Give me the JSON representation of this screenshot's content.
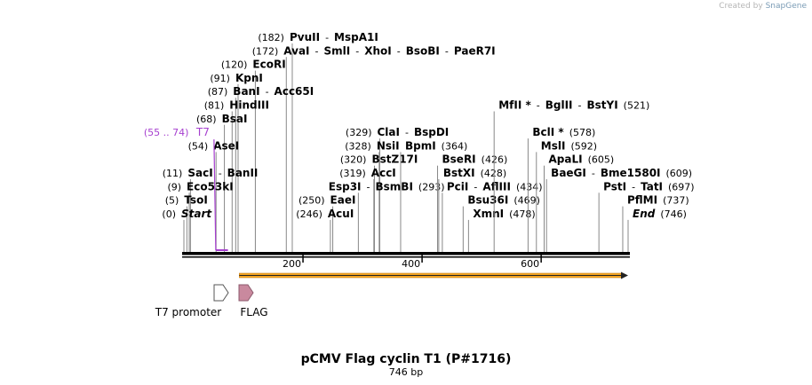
{
  "watermark": {
    "created_by": "Created by",
    "brand": "SnapGene"
  },
  "map": {
    "title": "pCMV Flag cyclin T1 (P#1716)",
    "length_label": "746 bp",
    "length": 746,
    "ticks": [
      {
        "pos": 200,
        "label": "200"
      },
      {
        "pos": 400,
        "label": "400"
      },
      {
        "pos": 600,
        "label": "600"
      }
    ],
    "sites": [
      {
        "row": 0,
        "side": "left",
        "pos": 182,
        "num": "(182)",
        "names": [
          "PvuII",
          "MspA1I"
        ]
      },
      {
        "row": 1,
        "side": "left",
        "pos": 172,
        "num": "(172)",
        "names": [
          "AvaI",
          "SmlI",
          "XhoI",
          "BsoBI",
          "PaeR7I"
        ]
      },
      {
        "row": 2,
        "side": "left",
        "pos": 120,
        "num": "(120)",
        "names": [
          "EcoRI"
        ]
      },
      {
        "row": 3,
        "side": "left",
        "pos": 91,
        "num": "(91)",
        "names": [
          "KpnI"
        ]
      },
      {
        "row": 4,
        "side": "left",
        "pos": 87,
        "num": "(87)",
        "names": [
          "BanI",
          "Acc65I"
        ]
      },
      {
        "row": 5,
        "side": "left",
        "pos": 81,
        "num": "(81)",
        "names": [
          "HindIII"
        ]
      },
      {
        "row": 6,
        "side": "left",
        "pos": 68,
        "num": "(68)",
        "names": [
          "BsaI"
        ]
      },
      {
        "row": 8,
        "side": "left",
        "pos": 54,
        "num": "(54)",
        "names": [
          "AseI"
        ]
      },
      {
        "row": 10,
        "side": "left",
        "pos": 11,
        "num": "(11)",
        "names": [
          "SacI",
          "BanII"
        ]
      },
      {
        "row": 11,
        "side": "left",
        "pos": 9,
        "num": "(9)",
        "names": [
          "Eco53kI"
        ]
      },
      {
        "row": 12,
        "side": "left",
        "pos": 5,
        "num": "(5)",
        "names": [
          "TsoI"
        ]
      },
      {
        "row": 13,
        "side": "left",
        "pos": 0,
        "num": "(0)",
        "names": [
          "Start"
        ],
        "italic": true
      },
      {
        "row": 7,
        "side": "left",
        "pos": 329,
        "num": "(329)",
        "names": [
          "ClaI",
          "BspDI"
        ]
      },
      {
        "row": 8,
        "side": "left",
        "pos": 328,
        "num": "(328)",
        "names": [
          "NsiI"
        ]
      },
      {
        "row": 9,
        "side": "left",
        "pos": 320,
        "num": "(320)",
        "names": [
          "BstZ17I"
        ]
      },
      {
        "row": 10,
        "side": "left",
        "pos": 319,
        "num": "(319)",
        "names": [
          "AccI"
        ]
      },
      {
        "row": 11,
        "side": "right",
        "pos": 293,
        "num": "(293)",
        "names": [
          "Esp3I",
          "BsmBI"
        ]
      },
      {
        "row": 12,
        "side": "left",
        "pos": 250,
        "num": "(250)",
        "names": [
          "EaeI"
        ]
      },
      {
        "row": 13,
        "side": "left",
        "pos": 246,
        "num": "(246)",
        "names": [
          "AcuI"
        ]
      },
      {
        "row": 8,
        "side": "right",
        "pos": 364,
        "num": "(364)",
        "names": [
          "BpmI"
        ]
      },
      {
        "row": 9,
        "side": "right",
        "pos": 426,
        "num": "(426)",
        "names": [
          "BseRI"
        ]
      },
      {
        "row": 10,
        "side": "right",
        "pos": 428,
        "num": "(428)",
        "names": [
          "BstXI"
        ]
      },
      {
        "row": 11,
        "side": "right",
        "pos": 434,
        "num": "(434)",
        "names": [
          "PciI",
          "AflIII"
        ]
      },
      {
        "row": 12,
        "side": "right",
        "pos": 469,
        "num": "(469)",
        "names": [
          "Bsu36I"
        ]
      },
      {
        "row": 13,
        "side": "right",
        "pos": 478,
        "num": "(478)",
        "names": [
          "XmnI"
        ]
      },
      {
        "row": 5,
        "side": "right",
        "pos": 521,
        "num": "(521)",
        "names": [
          "MfII *",
          "BglII",
          "BstYI"
        ]
      },
      {
        "row": 7,
        "side": "right",
        "pos": 578,
        "num": "(578)",
        "names": [
          "BclI *"
        ]
      },
      {
        "row": 8,
        "side": "right",
        "pos": 592,
        "num": "(592)",
        "names": [
          "MslI"
        ]
      },
      {
        "row": 9,
        "side": "right",
        "pos": 605,
        "num": "(605)",
        "names": [
          "ApaLI"
        ]
      },
      {
        "row": 10,
        "side": "right",
        "pos": 609,
        "num": "(609)",
        "names": [
          "BaeGI",
          "Bme1580I"
        ]
      },
      {
        "row": 11,
        "side": "right",
        "pos": 697,
        "num": "(697)",
        "names": [
          "PstI",
          "TatI"
        ]
      },
      {
        "row": 12,
        "side": "right",
        "pos": 737,
        "num": "(737)",
        "names": [
          "PflMI"
        ]
      },
      {
        "row": 13,
        "side": "right",
        "pos": 746,
        "num": "(746)",
        "names": [
          "End"
        ],
        "italic": true
      }
    ],
    "primer": {
      "row": 7,
      "start": 55,
      "end": 74,
      "num": "(55 .. 74)",
      "name": "T7",
      "color": "#a63fcf"
    },
    "features": [
      {
        "name": "T7 promoter",
        "start": 55,
        "end": 74,
        "fill": "#ffffff"
      },
      {
        "name": "FLAG",
        "start": 93,
        "end": 117,
        "fill": "#c9899e"
      }
    ],
    "orf": {
      "start": 93,
      "end": 746,
      "color": "#f5a623"
    }
  }
}
